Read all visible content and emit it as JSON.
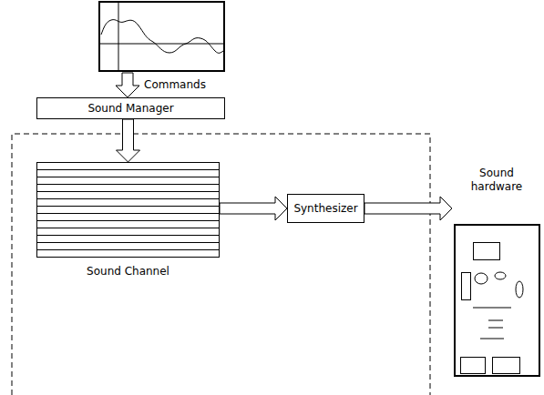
{
  "diagram": {
    "nodes": [
      {
        "text": [
          "Sound Manager"
        ]
      },
      {
        "text": [
          "Sound Channel"
        ]
      },
      {
        "text": [
          "Synthesizer"
        ]
      },
      {
        "text": [
          "Sound hardware"
        ]
      }
    ],
    "edges": [
      {
        "from": 0,
        "to": 1,
        "arrow": "to"
      },
      {
        "from": 1,
        "to": 2,
        "arrow": "to"
      },
      {
        "from": 2,
        "to": 3,
        "arrow": "to"
      }
    ],
    "labels": [
      "Commands"
    ]
  }
}
